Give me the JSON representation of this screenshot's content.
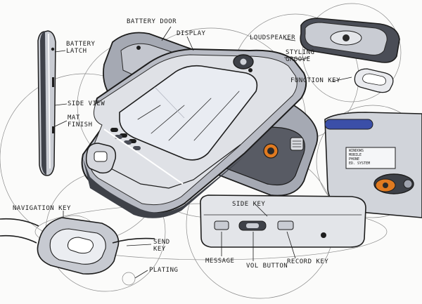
{
  "colors": {
    "ink": "#1d1d1d",
    "marker_grey_light": "#d6d8de",
    "marker_grey_mid": "#9ea2ad",
    "marker_grey_dark": "#4a4d56",
    "screen": "#e9ecf2",
    "accent_orange": "#e07a20",
    "accent_blue": "#3b4fa8",
    "paper": "#fbfbfa"
  },
  "callouts": {
    "battery_door": "BATTERY DOOR",
    "display": "DISPLAY",
    "battery_latch": "BATTERY\nLATCH",
    "loudspeaker": "LOUDSPEAKER",
    "styling_groove": "STYLING\nGROOVE",
    "function_key": "FUNCTION KEY",
    "side_view": "SIDE VIEW",
    "mat_finish": "MAT\nFINISH",
    "navigation_key": "NAVIGATION KEY",
    "send_key": "SEND\nKEY",
    "plating": "PLATING",
    "side_key": "SIDE KEY",
    "message": "MESSAGE",
    "vol_button": "VOL BUTTON",
    "record_key": "RECORD KEY"
  },
  "sticker_text": "WINDOWS\nMOBILE\nPHONE\nED. SYSTEM"
}
